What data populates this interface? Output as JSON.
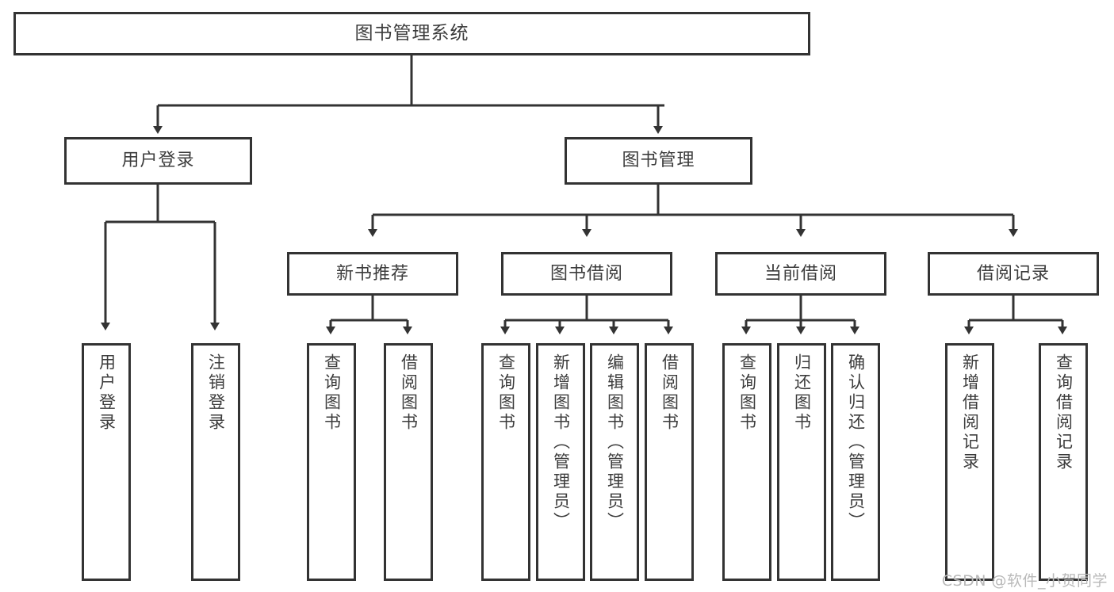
{
  "diagram": {
    "type": "tree-hierarchy-chart",
    "title": "图书管理系统",
    "root": {
      "name": "root",
      "label": "图书管理系统"
    },
    "level1": [
      {
        "name": "user-login",
        "label": "用户登录"
      },
      {
        "name": "book-management",
        "label": "图书管理"
      }
    ],
    "level2": [
      {
        "name": "new-book-recommend",
        "label": "新书推荐",
        "parent": "book-management"
      },
      {
        "name": "book-borrow",
        "label": "图书借阅",
        "parent": "book-management"
      },
      {
        "name": "current-borrow",
        "label": "当前借阅",
        "parent": "book-management"
      },
      {
        "name": "borrow-record",
        "label": "借阅记录",
        "parent": "book-management"
      }
    ],
    "leaves": {
      "user-login": [
        {
          "name": "leaf-user-login",
          "label": "用户登录"
        },
        {
          "name": "leaf-logout-login",
          "label": "注销登录"
        }
      ],
      "new-book-recommend": [
        {
          "name": "leaf-query-book-1",
          "label": "查询图书"
        },
        {
          "name": "leaf-borrow-book-1",
          "label": "借阅图书"
        }
      ],
      "book-borrow": [
        {
          "name": "leaf-query-book-2",
          "label": "查询图书"
        },
        {
          "name": "leaf-add-book",
          "label": "新增图书（管理员）"
        },
        {
          "name": "leaf-edit-book",
          "label": "编辑图书（管理员）"
        },
        {
          "name": "leaf-borrow-book-2",
          "label": "借阅图书"
        }
      ],
      "current-borrow": [
        {
          "name": "leaf-query-book-3",
          "label": "查询图书"
        },
        {
          "name": "leaf-return-book",
          "label": "归还图书"
        },
        {
          "name": "leaf-confirm-return",
          "label": "确认归还（管理员）"
        }
      ],
      "borrow-record": [
        {
          "name": "leaf-add-record",
          "label": "新增借阅记录"
        },
        {
          "name": "leaf-query-record",
          "label": "查询借阅记录"
        }
      ]
    }
  },
  "watermark": {
    "text": "CSDN @软件_小贺同学"
  },
  "colors": {
    "border": "#333333",
    "text": "#3c3c3c",
    "background": "#ffffff",
    "watermark": "#b9b9b9"
  }
}
